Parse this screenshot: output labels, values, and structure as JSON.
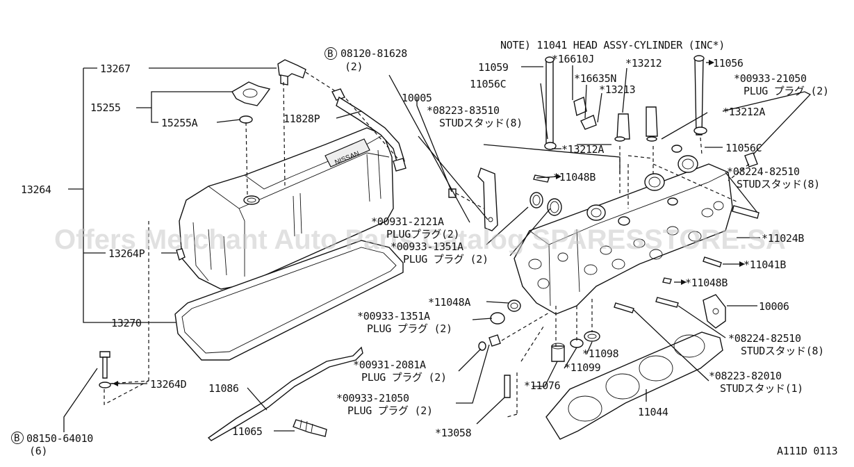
{
  "note": "NOTE) 11041 HEAD ASSY-CYLINDER (INC*)",
  "watermark": "Offers Merchant Auto Parts Catalog SPARESSTORE.SA",
  "code": "A111D 0113",
  "labels": {
    "p13267": "13267",
    "p15255": "15255",
    "p15255a": "15255A",
    "p13264": "13264",
    "p13264p": "13264P",
    "p13270": "13270",
    "p13264d": "13264D",
    "p08150_num": "08150-64010",
    "p08150_qty": "(6)",
    "p08150_circ": "B",
    "p08120_num": "08120-81628",
    "p08120_qty": "(2)",
    "p08120_circ": "B",
    "p11828p": "11828P",
    "p10005": "10005",
    "p08223_83510": "*08223-83510",
    "p08223_83510_sub": "STUDスタッド(8)",
    "p00931_2121a": "*00931-2121A",
    "p00931_2121a_sub": "PLUGプラグ(2)",
    "p00933_1351a_top": "*00933-1351A",
    "p00933_1351a_top_sub": "PLUG プラグ (2)",
    "p11048a": "*11048A",
    "p00933_1351a": "*00933-1351A",
    "p00933_1351a_sub": "PLUG プラグ (2)",
    "p00931_2081a": "*00931-2081A",
    "p00931_2081a_sub": "PLUG プラグ (2)",
    "p00933_21050_bot": "*00933-21050",
    "p00933_21050_bot_sub": "PLUG プラグ (2)",
    "p11086": "11086",
    "p11065": "11065",
    "p13058": "*13058",
    "p11076": "*11076",
    "p11099": "*11099",
    "p11098": "*11098",
    "p11044": "11044",
    "p08223_82010": "*08223-82010",
    "p08223_82010_sub": "STUDスタッド(1)",
    "p08224_82510_bot": "*08224-82510",
    "p08224_82510_bot_sub": "STUDスタッド(8)",
    "p10006": "10006",
    "p11048b_low": "*11048B",
    "p11041b": "*11041B",
    "p11024b": "*11024B",
    "p08224_82510": "*08224-82510",
    "p08224_82510_sub": "STUDスタッド(8)",
    "p11048b": "*11048B",
    "p11059": "11059",
    "p16610j": "*16610J",
    "p11056c_l": "11056C",
    "p16635n": "*16635N",
    "p13212": "*13212",
    "p13213": "*13213",
    "p13212a_l": "*13212A",
    "p11056": "11056",
    "p00933_21050": "*00933-21050",
    "p00933_21050_sub": "PLUG プラグ (2)",
    "p13212a": "*13212A",
    "p11056c": "11056C"
  }
}
